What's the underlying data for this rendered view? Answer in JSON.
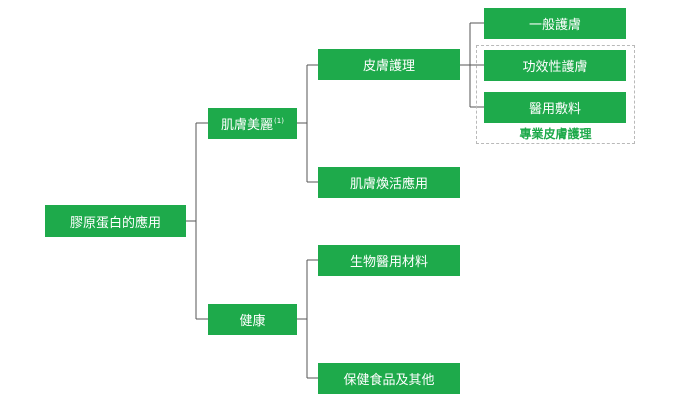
{
  "root": {
    "label": "膠原蛋白的應用"
  },
  "level1": {
    "beauty": {
      "label": "肌膚美麗",
      "note": "(1)"
    },
    "health": {
      "label": "健康"
    }
  },
  "level2": {
    "skincare": {
      "label": "皮膚護理"
    },
    "rejuvenation": {
      "label": "肌膚煥活應用"
    },
    "biomaterials": {
      "label": "生物醫用材料"
    },
    "supplements": {
      "label": "保健食品及其他"
    }
  },
  "level3": {
    "general": {
      "label": "一般護膚"
    },
    "functional": {
      "label": "功效性護膚"
    },
    "dressing": {
      "label": "醫用敷料"
    }
  },
  "group": {
    "label": "專業皮膚護理"
  },
  "colors": {
    "node": "#1eaa4b",
    "line": "#555555",
    "dashed": "#b9b9b9"
  }
}
